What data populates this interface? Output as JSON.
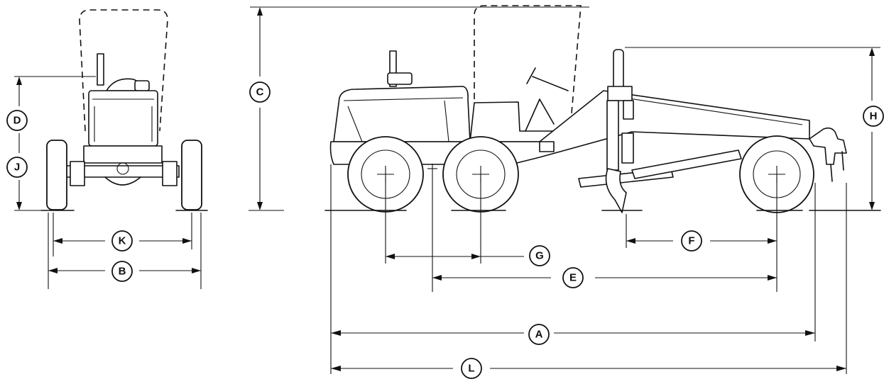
{
  "callouts": {
    "A": "A",
    "B": "B",
    "C": "C",
    "D": "D",
    "E": "E",
    "F": "F",
    "G": "G",
    "H": "H",
    "J": "J",
    "K": "K",
    "L": "L"
  }
}
